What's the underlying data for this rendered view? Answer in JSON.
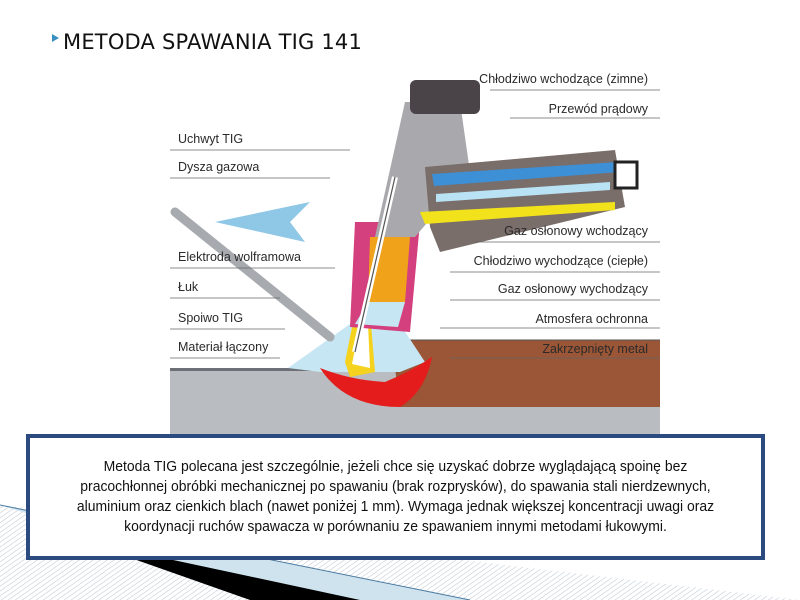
{
  "slide": {
    "title": "METODA SPAWANIA TIG 141",
    "bullet_icon": "triangle-bullet-icon",
    "accent_color": "#3a8fc0",
    "caption_border_color": "#2b4a80"
  },
  "diagram": {
    "labels_left": [
      {
        "id": "uchwyt",
        "text": "Uchwyt TIG"
      },
      {
        "id": "dysza",
        "text": "Dysza gazowa"
      },
      {
        "id": "elektroda",
        "text": "Elektroda wolframowa"
      },
      {
        "id": "luk",
        "text": "Łuk"
      },
      {
        "id": "spoiwo",
        "text": "Spoiwo TIG"
      },
      {
        "id": "material",
        "text": "Materiał łączony"
      }
    ],
    "labels_right": [
      {
        "id": "chlodziwo_in",
        "text": "Chłodziwo wchodzące (zimne)"
      },
      {
        "id": "przewod",
        "text": "Przewód prądowy"
      },
      {
        "id": "gaz_in",
        "text": "Gaz osłonowy wchodzący"
      },
      {
        "id": "chlodziwo_out",
        "text": "Chłodziwo wychodzące (ciepłe)"
      },
      {
        "id": "gaz_out",
        "text": "Gaz osłonowy wychodzący"
      },
      {
        "id": "atmosfera",
        "text": "Atmosfera ochronna"
      },
      {
        "id": "zakrzepniety",
        "text": "Zakrzepnięty metal"
      }
    ],
    "colors": {
      "coolant_in": "#3d8fd6",
      "gas_in": "#b9e3f4",
      "coolant_out": "#f2e21c",
      "nozzle": "#d4407e",
      "collet": "#f0a21a",
      "shield_gas": "#c6e6f3",
      "weld_pool": "#e41c1c",
      "solidified": "#9a5636",
      "base_metal": "#b9bcc0",
      "handle": "#a9a9ad"
    }
  },
  "caption": {
    "text": "Metoda TIG polecana jest szczególnie, jeżeli chce się uzyskać dobrze wyglądającą spoinę bez pracochłonnej obróbki mechanicznej po spawaniu (brak rozprysków), do spawania stali nierdzewnych, aluminium oraz cienkich blach (nawet poniżej 1 mm).  Wymaga jednak większej koncentracji uwagi oraz koordynacji ruchów spawacza w porównaniu ze spawaniem innymi metodami łukowymi."
  }
}
